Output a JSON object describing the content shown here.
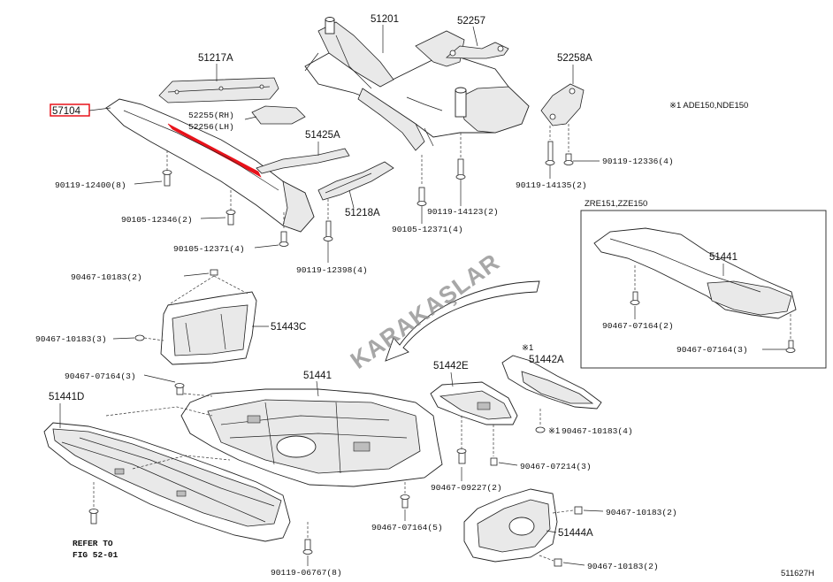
{
  "labels": {
    "p51201": "51201",
    "p52257": "52257",
    "p51217a": "51217A",
    "p57104": "57104",
    "p52255": "52255(RH)",
    "p52256": "52256(LH)",
    "p51425a": "51425A",
    "p52258a": "52258A",
    "p51218a": "51218A",
    "p51443c": "51443C",
    "p51441": "51441",
    "p51441_box": "51441",
    "p51442e": "51442E",
    "p51442a": "51442A",
    "p51441d": "51441D",
    "p51444a": "51444A"
  },
  "fasteners": {
    "f_12400": "90119-12400(8)",
    "f_12346": "90105-12346(2)",
    "f_12371a": "90105-12371(4)",
    "f_12398": "90119-12398(4)",
    "f_14123": "90119-14123(2)",
    "f_12371b": "90105-12371(4)",
    "f_14135": "90119-14135(2)",
    "f_12336": "90119-12336(4)",
    "f_10183a": "90467-10183(2)",
    "f_10183b": "90467-10183(3)",
    "f_07164a": "90467-07164(3)",
    "f_07164b": "90467-07164(2)",
    "f_07164c": "90467-07164(3)",
    "f_10183c": "90467-10183(4)",
    "f_07214": "90467-07214(3)",
    "f_09227": "90467-09227(2)",
    "f_07164d": "90467-07164(5)",
    "f_10183d": "90467-10183(2)",
    "f_06767": "90119-06767(8)",
    "f_10183e": "90467-10183(2)"
  },
  "notes": {
    "model_note": "※1  ADE150,NDE150",
    "box_title": "ZRE151,ZZE150",
    "mark_51442a": "※1",
    "mark_10183c": "※1",
    "refer_line1": "REFER TO",
    "refer_line2": "FIG 52-01",
    "figure_code": "511627H"
  },
  "watermark": "KARAKAŞLAR",
  "colors": {
    "highlight": "#e8121a",
    "line": "#222222",
    "shading": "#bdbdbd"
  }
}
